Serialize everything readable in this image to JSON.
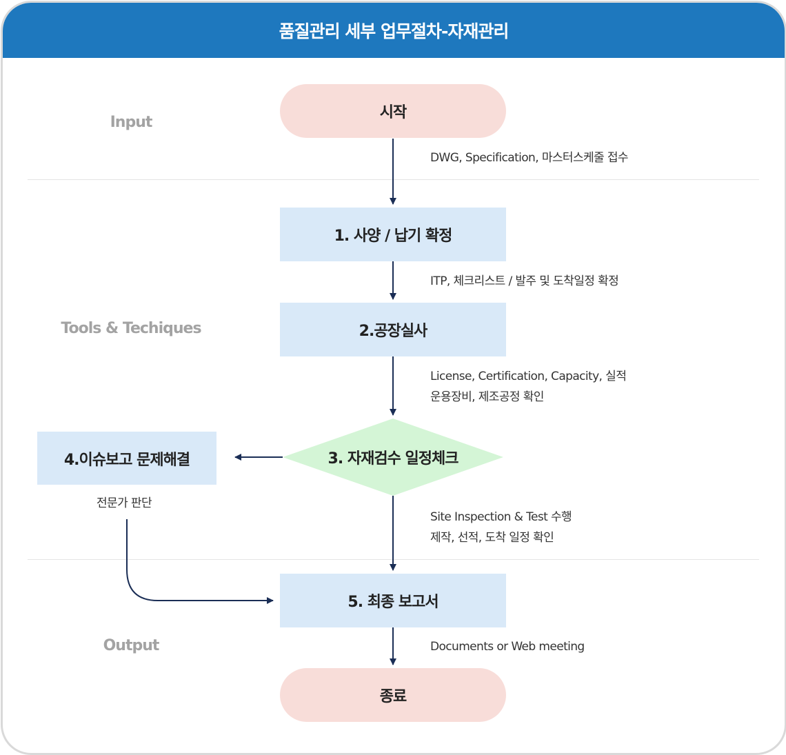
{
  "title": "품질관리 세부 업무절차-자재관리",
  "sections": {
    "input": "Input",
    "tools": "Tools & Techiques",
    "output": "Output"
  },
  "nodes": {
    "start": "시작",
    "step1": "1. 사양 / 납기 확정",
    "step2": "2.공장실사",
    "step3": "3. 자재검수 일정체크",
    "step4": "4.이슈보고 문제해결",
    "step5": "5. 최종 보고서",
    "end": "종료"
  },
  "notes": {
    "start_to_1": "DWG, Specification, 마스터스케줄 접수",
    "step1_to_2": "ITP, 체크리스트 / 발주 및 도착일정 확정",
    "step2_to_3_line1": "License, Certification, Capacity, 실적",
    "step2_to_3_line2": "운용장비, 제조공정 확인",
    "step3_to_5_line1": "Site Inspection & Test 수행",
    "step3_to_5_line2": "제작, 선적, 도착 일정 확인",
    "step4_note": "전문가 판단",
    "step5_to_end": "Documents or Web meeting"
  },
  "colors": {
    "header": "#1e78be",
    "terminal": "#f8ddd9",
    "process": "#d9e9f8",
    "decision": "#d4f5d6",
    "arrow": "#1a2d55",
    "section_label": "#a3a3a3"
  }
}
